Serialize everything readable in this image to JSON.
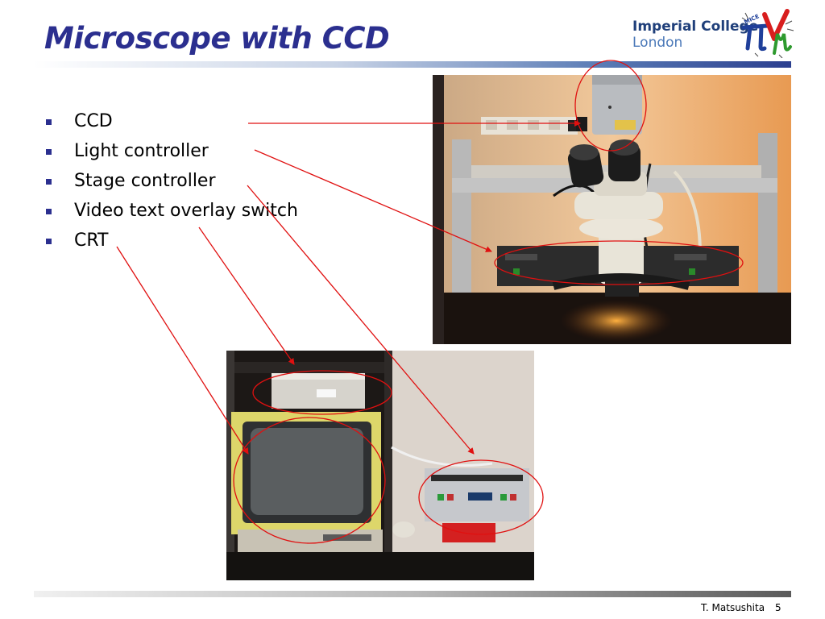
{
  "slide": {
    "title": "Microscope with CCD",
    "bullets": [
      "CCD",
      "Light controller",
      "Stage controller",
      "Video text overlay switch",
      "CRT"
    ],
    "footer": {
      "author": "T. Matsushita",
      "page": "5"
    }
  },
  "logo": {
    "line1": "Imperial College",
    "line2": "London",
    "emblem_text": "MICE"
  },
  "colors": {
    "title": "#2b2f8f",
    "bullet": "#2b2f8f",
    "annotation": "#e01010"
  },
  "photos": {
    "top": "microscope-photo",
    "bottom": "monitor-and-controllers-photo"
  }
}
